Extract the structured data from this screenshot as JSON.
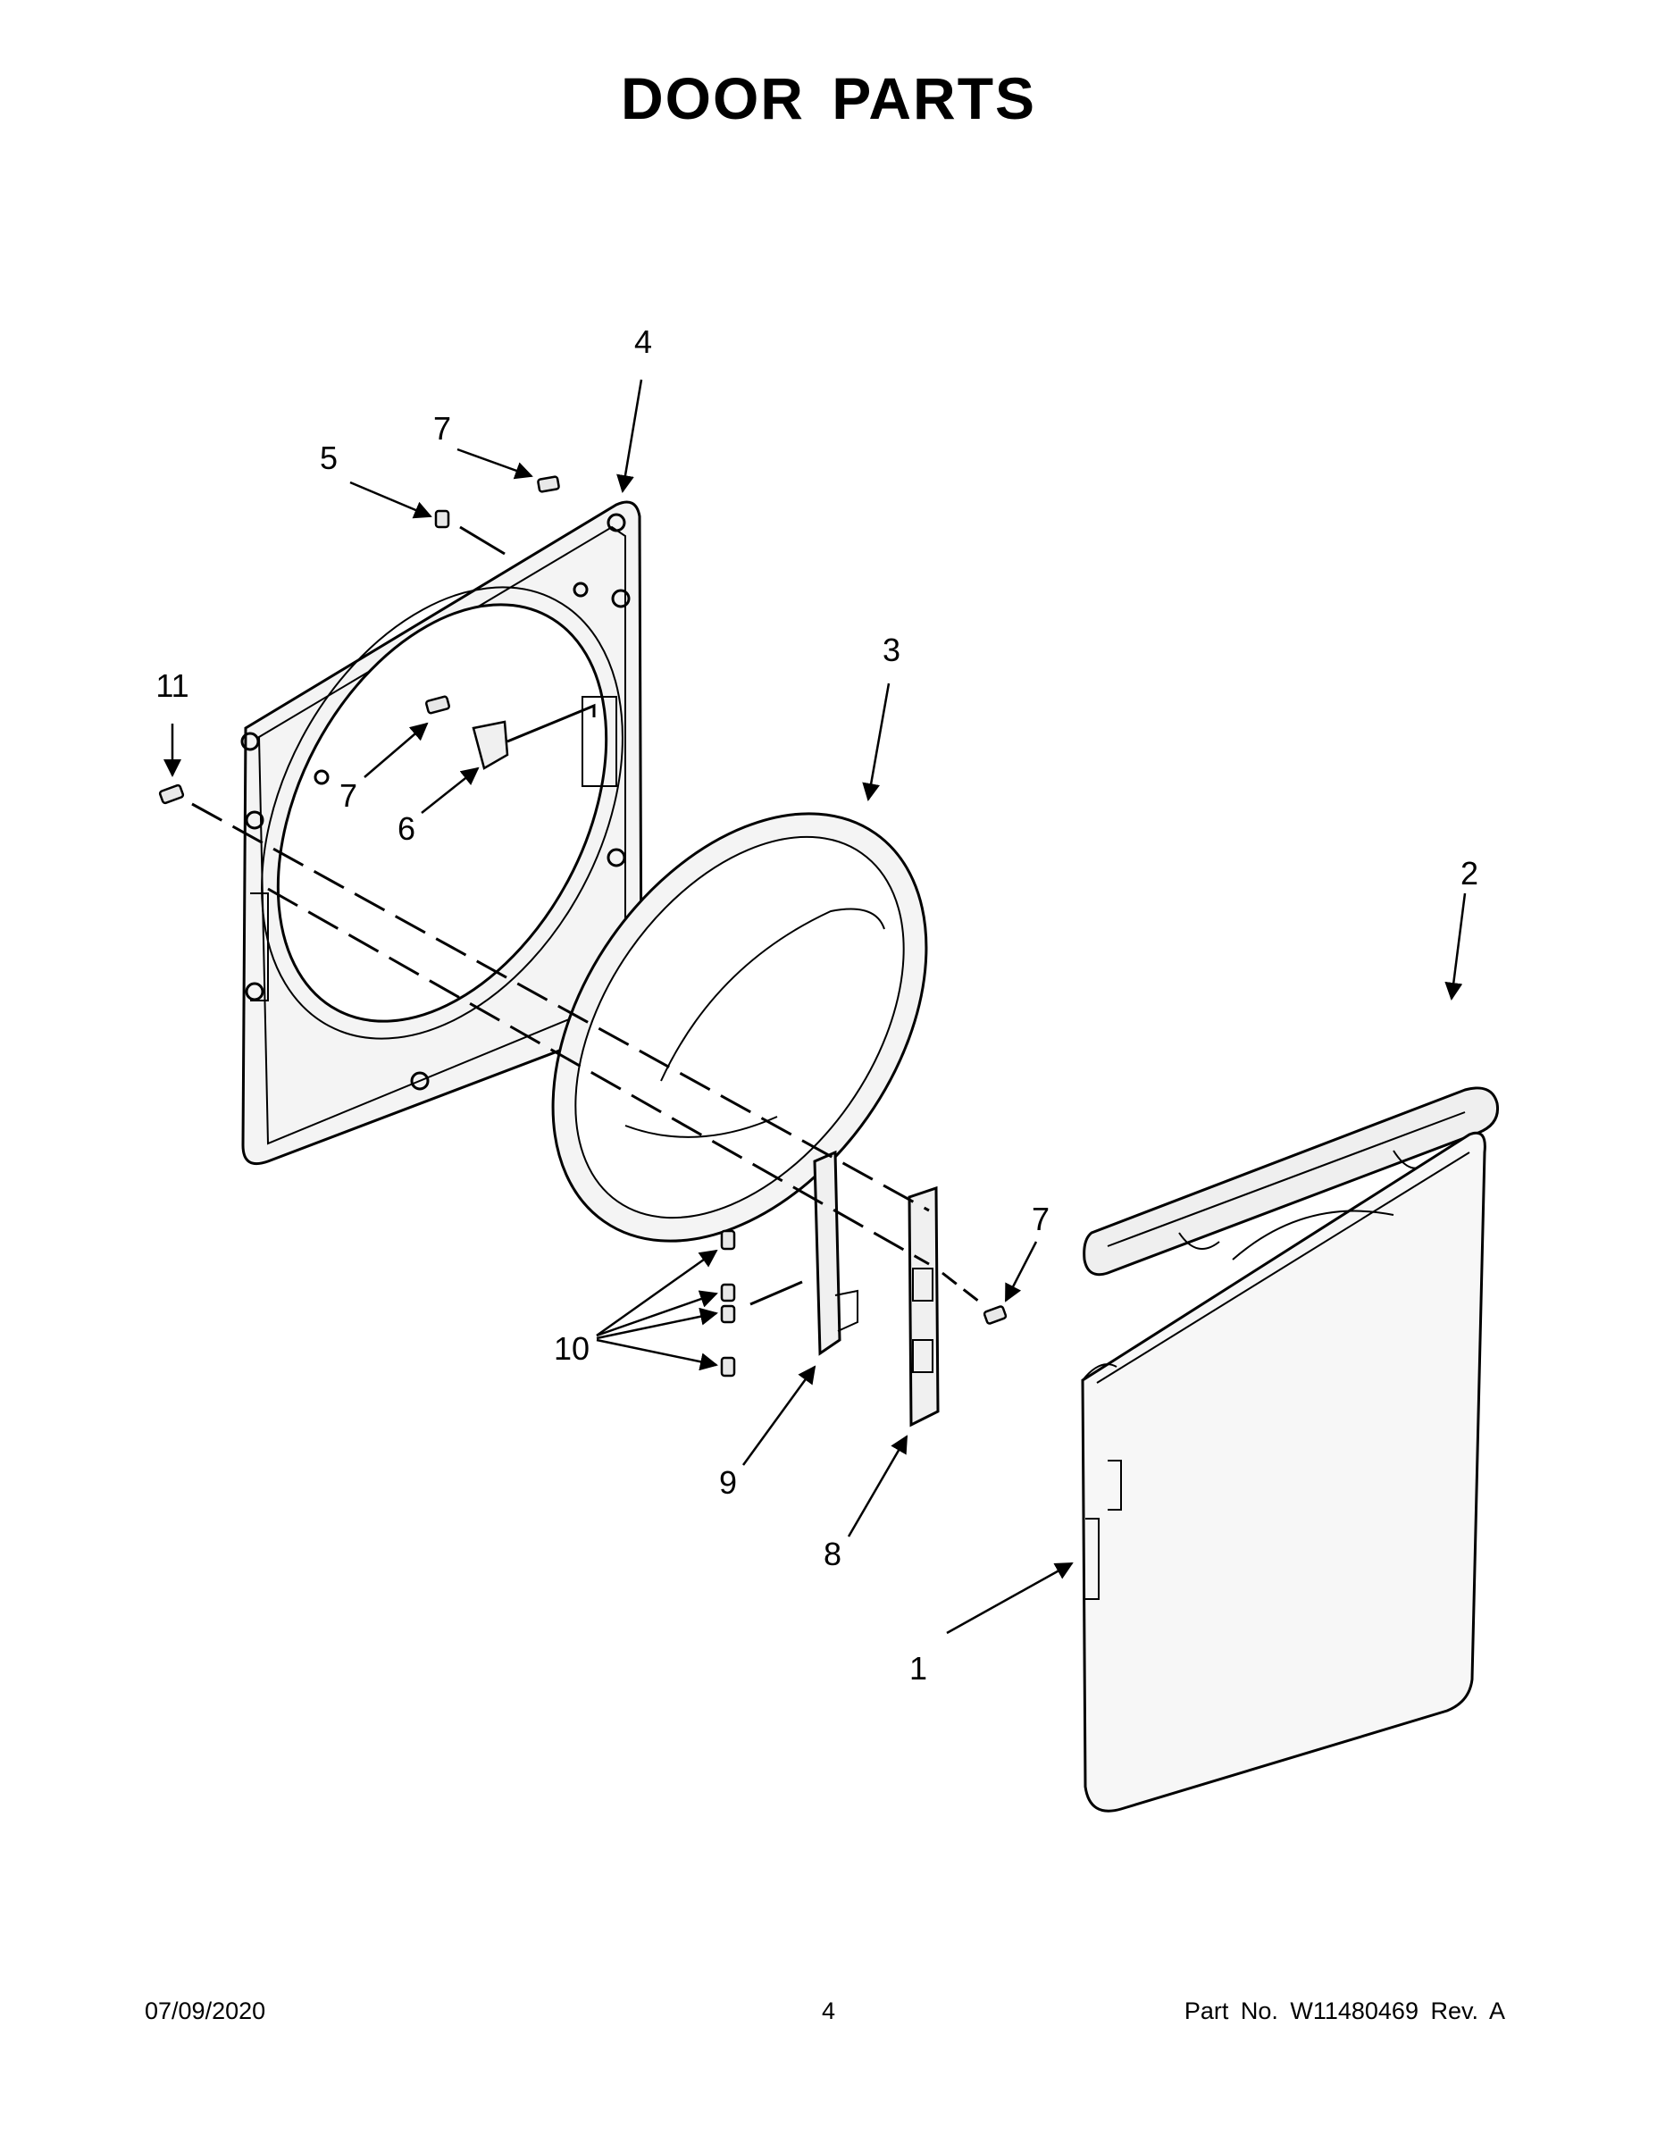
{
  "title": "DOOR PARTS",
  "callouts": [
    "1",
    "2",
    "3",
    "4",
    "5",
    "6",
    "7",
    "7",
    "7",
    "8",
    "9",
    "10",
    "11"
  ],
  "footer": {
    "date": "07/09/2020",
    "page": "4",
    "part_no": "Part No.  W11480469  Rev.  A"
  }
}
